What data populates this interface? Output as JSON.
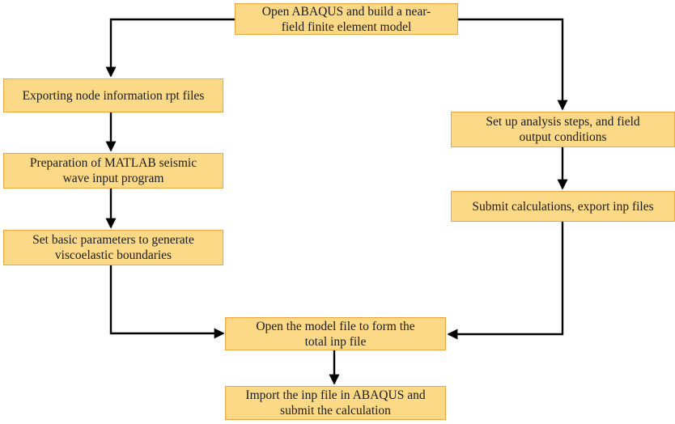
{
  "diagram": {
    "type": "flowchart",
    "colors": {
      "node_fill": "#FBD987",
      "node_border": "#EEA43F",
      "connector": "#000000",
      "text": "#1c1c1c",
      "background": "#ffffff"
    },
    "nodes": {
      "top": {
        "lines": [
          "Open ABAQUS and build a near-",
          "field finite element model"
        ]
      },
      "left1": {
        "lines": [
          "Exporting node information rpt files"
        ]
      },
      "left2": {
        "lines": [
          "Preparation of MATLAB seismic",
          "wave input program"
        ]
      },
      "left3": {
        "lines": [
          "Set basic parameters to generate",
          "viscoelastic boundaries"
        ]
      },
      "right1": {
        "lines": [
          "Set up analysis steps, and field",
          "output conditions"
        ]
      },
      "right2": {
        "lines": [
          "Submit calculations, export inp files"
        ]
      },
      "center": {
        "lines": [
          "Open the model file to form the",
          "total inp file"
        ]
      },
      "bottom": {
        "lines": [
          "Import the inp file in ABAQUS and",
          "submit the calculation"
        ]
      }
    },
    "edges": [
      {
        "from": "top",
        "to": "left1"
      },
      {
        "from": "top",
        "to": "right1"
      },
      {
        "from": "left1",
        "to": "left2"
      },
      {
        "from": "left2",
        "to": "left3"
      },
      {
        "from": "left3",
        "to": "center"
      },
      {
        "from": "right1",
        "to": "right2"
      },
      {
        "from": "right2",
        "to": "center"
      },
      {
        "from": "center",
        "to": "bottom"
      }
    ]
  }
}
